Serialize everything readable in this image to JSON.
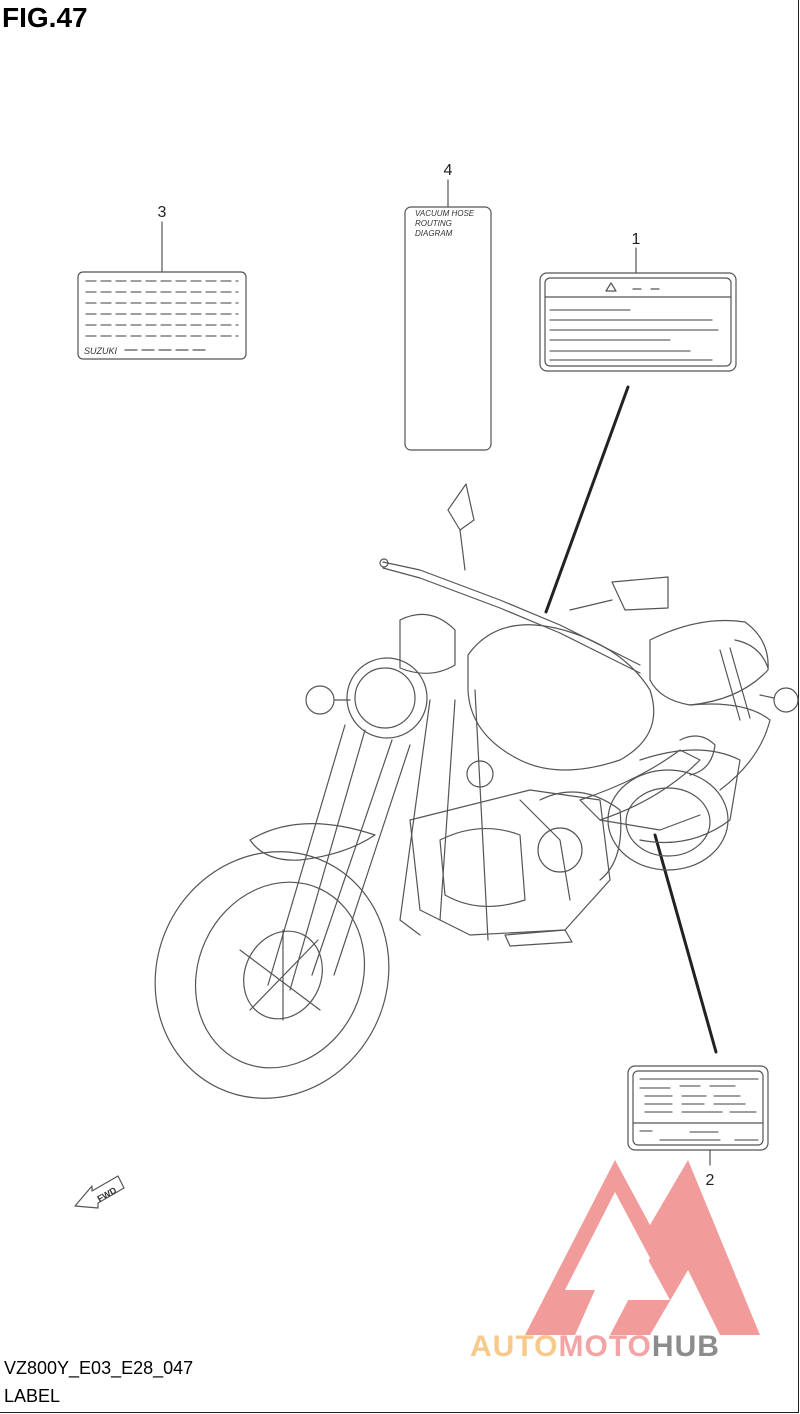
{
  "figure": {
    "title": "FIG.47",
    "model_code": "VZ800Y_E03_E28_047",
    "section_name": "LABEL"
  },
  "callouts": [
    {
      "number": "1"
    },
    {
      "number": "2"
    },
    {
      "number": "3"
    },
    {
      "number": "4"
    }
  ],
  "label_3": {
    "brand_text": "SUZUKI"
  },
  "label_4": {
    "lines": [
      "VACUUM HOSE",
      "ROUTING",
      "DIAGRAM"
    ]
  },
  "fwd_arrow": {
    "text": "FWD"
  },
  "watermark": {
    "part1": "AUTO",
    "part2": "MOTO",
    "part3": "HUB",
    "logo_color": "#f08a8a",
    "accent_color": "#f5c77e"
  }
}
